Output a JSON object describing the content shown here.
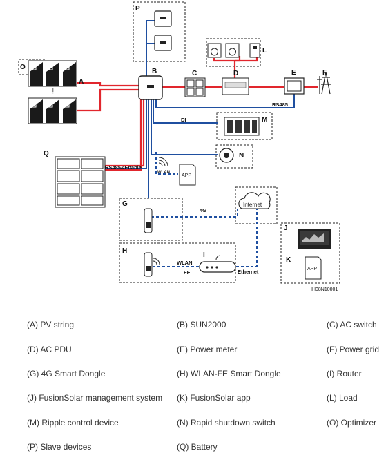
{
  "diagram": {
    "node_labels": {
      "A": "A",
      "B": "B",
      "C": "C",
      "D": "D",
      "E": "E",
      "F": "F",
      "G": "G",
      "H": "H",
      "I": "I",
      "J": "J",
      "K": "K",
      "L": "L",
      "M": "M",
      "N": "N",
      "O": "O",
      "P": "P",
      "Q": "Q"
    },
    "link_labels": {
      "rs485": "RS485",
      "di": "DI",
      "rs485_enable": "RS485&Enable",
      "wlan_small": "WLAN",
      "four_g": "4G",
      "wlan": "WLAN",
      "fe": "FE",
      "ethernet": "Ethernet"
    },
    "internet": "Internet",
    "app": "APP",
    "figure_id": "IH08N10001",
    "colors": {
      "ac": "#e1262d",
      "comm": "#1f4fa0",
      "dashed": "#1f4fa0"
    }
  },
  "legend": [
    [
      "(A) PV string",
      "(B) SUN2000",
      "(C) AC switch"
    ],
    [
      "(D) AC PDU",
      "(E) Power meter",
      "(F) Power grid"
    ],
    [
      "(G) 4G Smart Dongle",
      "(H) WLAN-FE Smart Dongle",
      "(I) Router"
    ],
    [
      "(J) FusionSolar management system",
      "(K) FusionSolar app",
      "(L) Load"
    ],
    [
      "(M) Ripple control device",
      "(N) Rapid shutdown switch",
      "(O) Optimizer"
    ],
    [
      "(P) Slave devices",
      "(Q) Battery"
    ]
  ]
}
